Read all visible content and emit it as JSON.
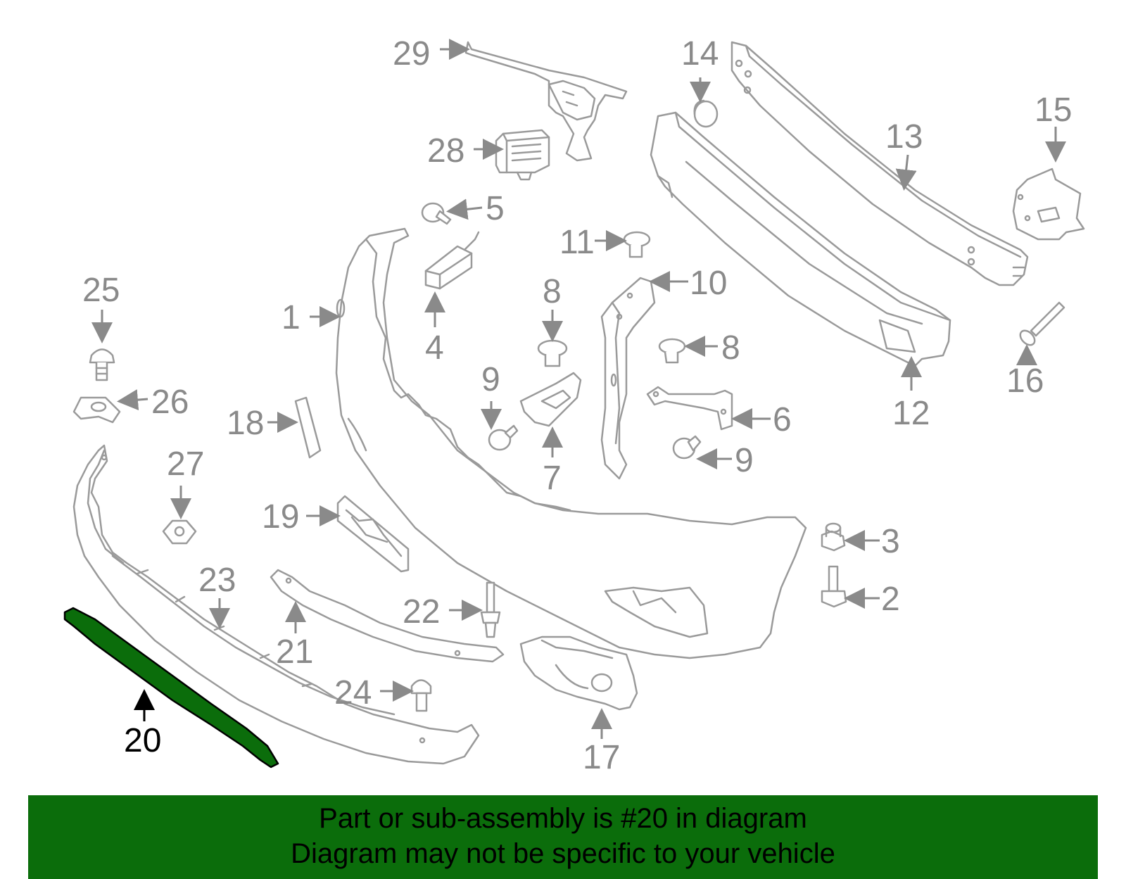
{
  "callouts": [
    {
      "id": "1",
      "label": "1"
    },
    {
      "id": "2",
      "label": "2"
    },
    {
      "id": "3",
      "label": "3"
    },
    {
      "id": "4",
      "label": "4"
    },
    {
      "id": "5",
      "label": "5"
    },
    {
      "id": "6",
      "label": "6"
    },
    {
      "id": "7",
      "label": "7"
    },
    {
      "id": "8a",
      "label": "8"
    },
    {
      "id": "8b",
      "label": "8"
    },
    {
      "id": "9a",
      "label": "9"
    },
    {
      "id": "9b",
      "label": "9"
    },
    {
      "id": "10",
      "label": "10"
    },
    {
      "id": "11",
      "label": "11"
    },
    {
      "id": "12",
      "label": "12"
    },
    {
      "id": "13",
      "label": "13"
    },
    {
      "id": "14",
      "label": "14"
    },
    {
      "id": "15",
      "label": "15"
    },
    {
      "id": "16",
      "label": "16"
    },
    {
      "id": "17",
      "label": "17"
    },
    {
      "id": "18",
      "label": "18"
    },
    {
      "id": "19",
      "label": "19"
    },
    {
      "id": "20",
      "label": "20"
    },
    {
      "id": "21",
      "label": "21"
    },
    {
      "id": "22",
      "label": "22"
    },
    {
      "id": "23",
      "label": "23"
    },
    {
      "id": "24",
      "label": "24"
    },
    {
      "id": "25",
      "label": "25"
    },
    {
      "id": "26",
      "label": "26"
    },
    {
      "id": "27",
      "label": "27"
    },
    {
      "id": "28",
      "label": "28"
    },
    {
      "id": "29",
      "label": "29"
    }
  ],
  "highlight": {
    "part_number": "20",
    "color": "#0b6d0b"
  },
  "banner": {
    "line1": "Part or sub-assembly is #20 in diagram",
    "line2": "Diagram may not be specific to your vehicle",
    "background": "#0b6d0b"
  }
}
